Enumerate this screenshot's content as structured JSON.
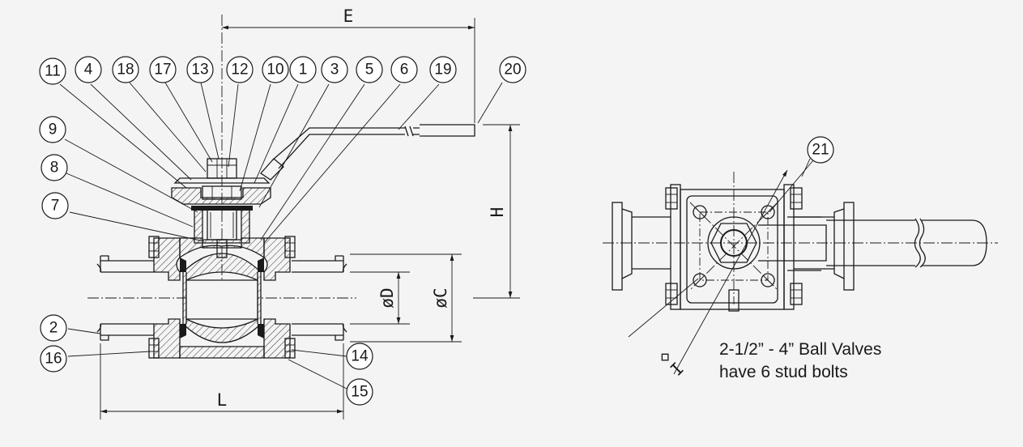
{
  "dimensions": {
    "E": "E",
    "H": "H",
    "L": "L",
    "D": "øD",
    "C": "øC",
    "square": "◇",
    "I": "I"
  },
  "balloons": [
    "1",
    "2",
    "3",
    "4",
    "5",
    "6",
    "7",
    "8",
    "9",
    "10",
    "11",
    "12",
    "13",
    "14",
    "15",
    "16",
    "17",
    "18",
    "19",
    "20",
    "21"
  ],
  "note": {
    "line1": "2-1/2” - 4” Ball Valves",
    "line2": "have 6 stud bolts"
  }
}
